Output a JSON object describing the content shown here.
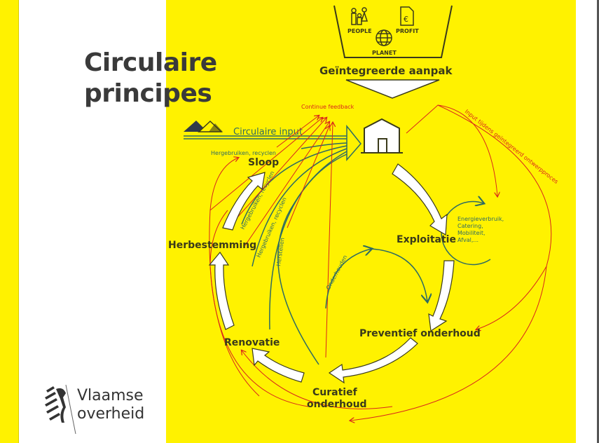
{
  "title": {
    "line1": "Circulaire",
    "line2": "principes"
  },
  "logo": {
    "line1": "Vlaamse",
    "line2": "overheid"
  },
  "top": {
    "people": "PEOPLE",
    "profit": "PROFIT",
    "planet": "PLANET",
    "approach": "Geïntegreerde aanpak"
  },
  "labels": {
    "continue_feedback": "Continue feedback",
    "circulaire_input": "Circulaire input",
    "hergebruiken_1": "Hergebruiken, recyclen",
    "hergebruiken_2": "Hergebruiken, recyclen",
    "hergebruiken_3": "Hergebruiken, recyclen",
    "herstellen": "Herstellen",
    "onderhouden": "Onderhouden",
    "input_design": "Input tijdens geïntegreerd ontwerpproces",
    "energy": [
      "Energieverbruik,",
      "Catering,",
      "Mobiliteit,",
      "Afval,..."
    ]
  },
  "stages": {
    "sloop": "Sloop",
    "exploitatie": "Exploitatie",
    "herbestemming": "Herbestemming",
    "preventief": "Preventief onderhoud",
    "renovatie": "Renovatie",
    "curatief_1": "Curatief",
    "curatief_2": "onderhoud"
  },
  "colors": {
    "yellow": "#fff200",
    "red": "#d9261c",
    "teal": "#2e6b62",
    "text": "#3a3a3a"
  }
}
